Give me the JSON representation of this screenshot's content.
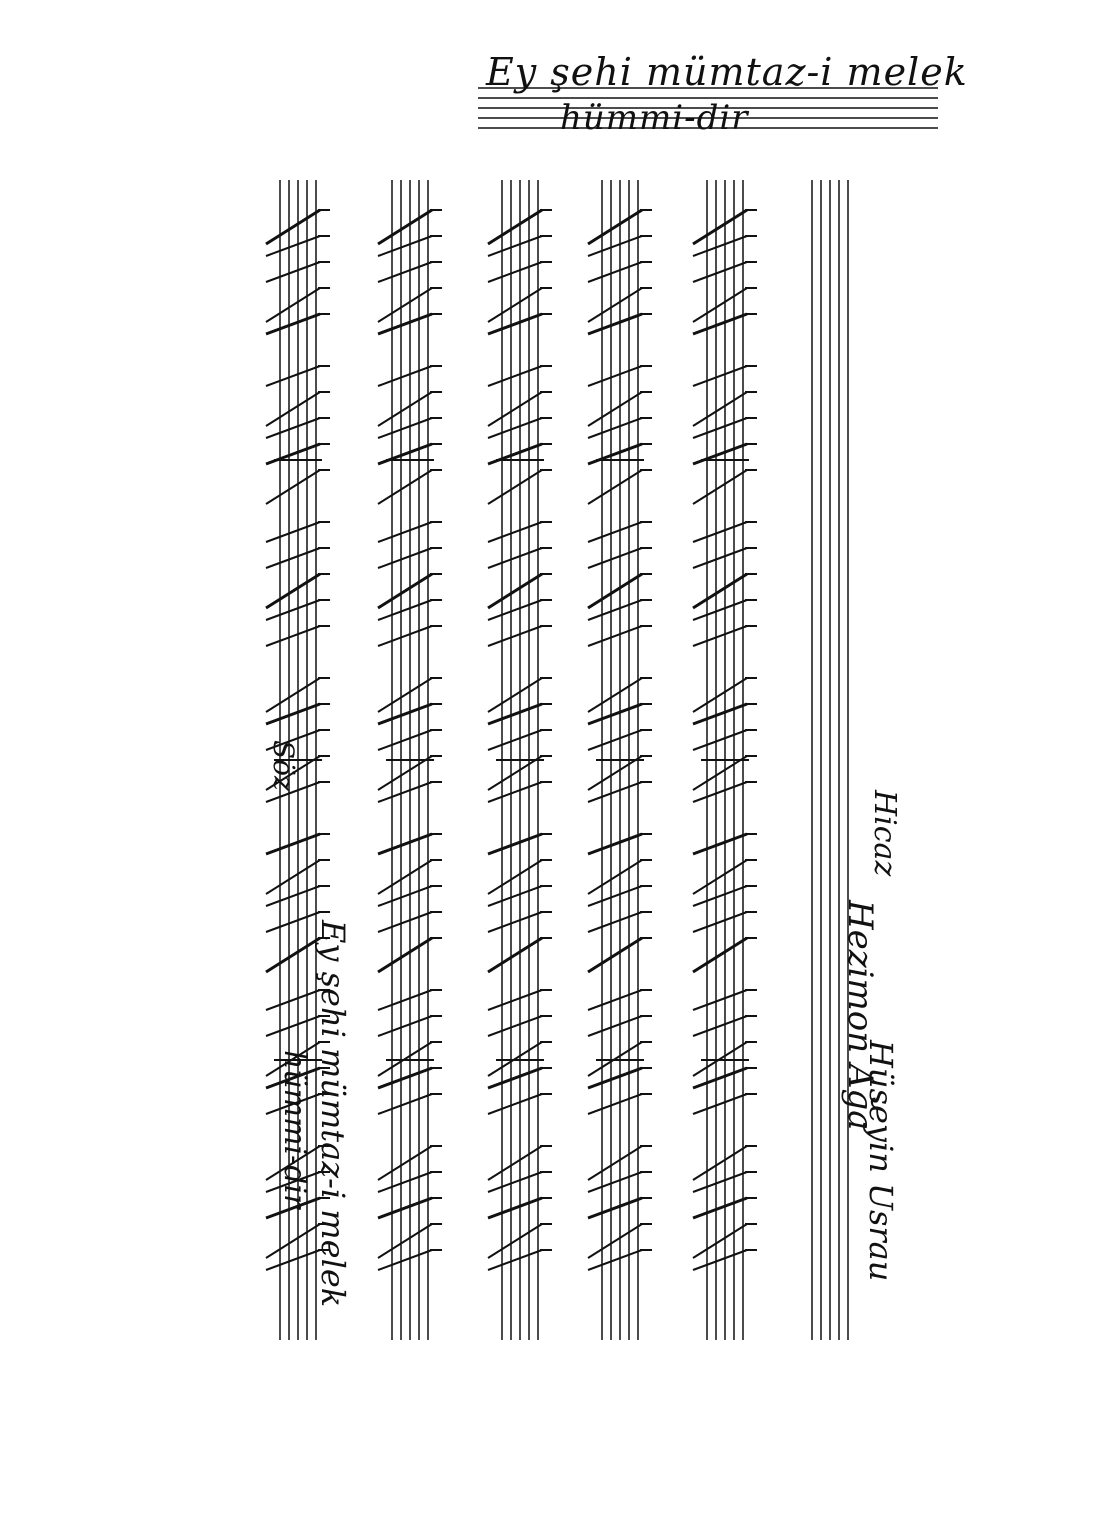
{
  "document": {
    "title_line_1": "Ey şehi mümtaz-i melek",
    "title_line_2": "hümmi-dir",
    "composer_header": "Hüseyin Usrau",
    "genre_header": "Hicaz",
    "attribution_header": "Hezimon Ağa",
    "side_title_line_1": "Ey şehi mümtaz-i melek",
    "side_title_line_2": "hümmi-dir",
    "side_note": "Söz"
  },
  "colors": {
    "ink": "#111111",
    "paper": "#ffffff"
  },
  "score": {
    "staff_count": 6,
    "lines_per_staff": 5
  }
}
